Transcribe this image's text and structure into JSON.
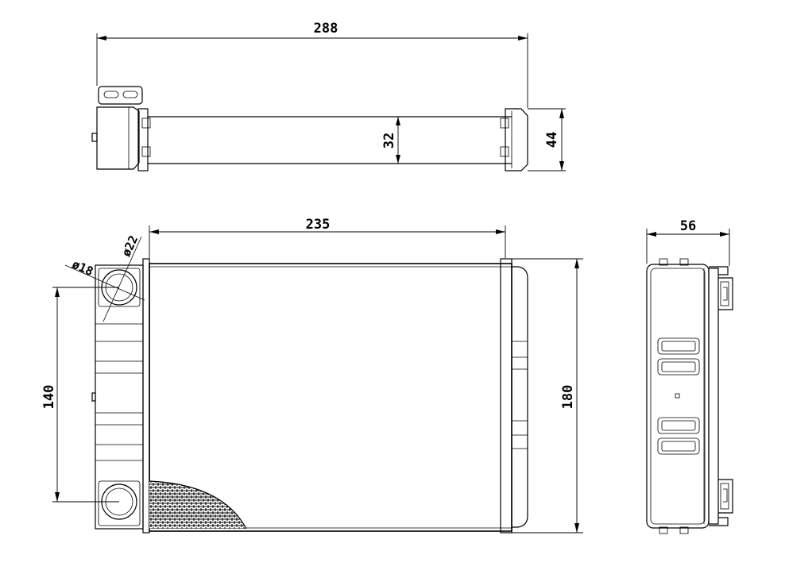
{
  "dimensions": {
    "top_length": "288",
    "top_core_thickness": "32",
    "top_overall_thickness": "44",
    "front_core_width": "235",
    "front_height": "180",
    "pipe_spacing": "140",
    "pipe_outer_dia": "ø22",
    "pipe_inner_dia": "ø18",
    "side_depth": "56"
  },
  "colors": {
    "line": "#000000",
    "background": "#ffffff"
  }
}
